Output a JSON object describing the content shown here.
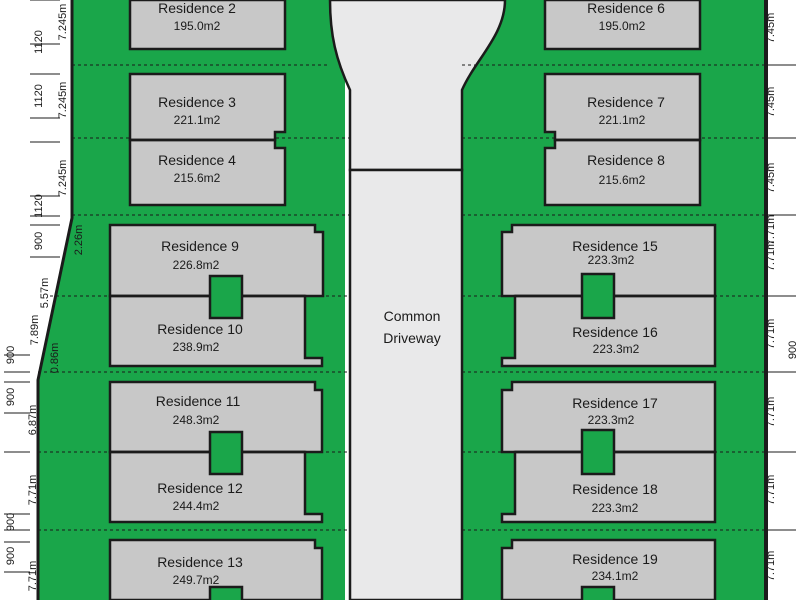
{
  "site_plan": {
    "driveway": {
      "line1": "Common",
      "line2": "Driveway"
    },
    "residences": [
      {
        "name": "Residence 2",
        "area": "195.0m2"
      },
      {
        "name": "Residence 3",
        "area": "221.1m2"
      },
      {
        "name": "Residence 4",
        "area": "215.6m2"
      },
      {
        "name": "Residence 6",
        "area": "195.0m2"
      },
      {
        "name": "Residence 7",
        "area": "221.1m2"
      },
      {
        "name": "Residence 8",
        "area": "215.6m2"
      },
      {
        "name": "Residence 9",
        "area": "226.8m2"
      },
      {
        "name": "Residence 10",
        "area": "238.9m2"
      },
      {
        "name": "Residence 11",
        "area": "248.3m2"
      },
      {
        "name": "Residence 12",
        "area": "244.4m2"
      },
      {
        "name": "Residence 13",
        "area": "249.7m2"
      },
      {
        "name": "Residence 15",
        "area": "223.3m2"
      },
      {
        "name": "Residence 16",
        "area": "223.3m2"
      },
      {
        "name": "Residence 17",
        "area": "223.3m2"
      },
      {
        "name": "Residence 18",
        "area": "223.3m2"
      },
      {
        "name": "Residence 19",
        "area": "234.1m2"
      }
    ],
    "left_dimensions": [
      "7.245m",
      "1120",
      "7.245m",
      "1120",
      "7.245m",
      "1120",
      "900",
      "2.26m",
      "5.57m",
      "7.89m",
      "900",
      "0.86m",
      "900",
      "6.87m",
      "7.71m",
      "900",
      "900",
      "7.71m"
    ],
    "right_dimensions": [
      "7.45m",
      "7.45m",
      "7.45m",
      "7.71m",
      "7.71m",
      "900",
      "7.71m",
      "7.71m",
      "7.71m",
      "7.71m"
    ]
  }
}
